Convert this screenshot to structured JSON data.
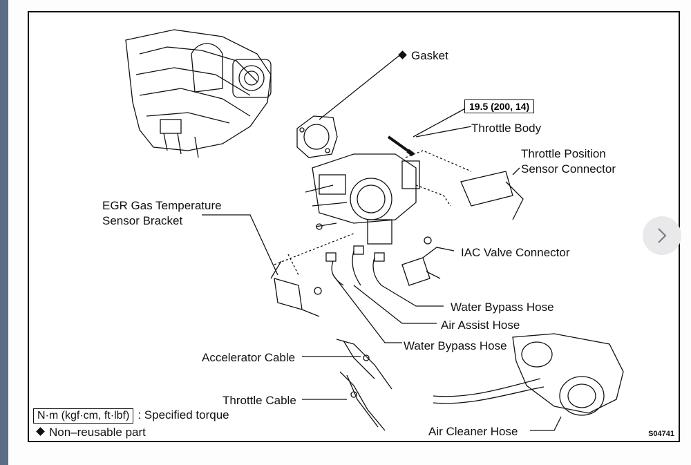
{
  "labels": {
    "gasket": "Gasket",
    "torque_value": "19.5 (200, 14)",
    "throttle_body": "Throttle Body",
    "tps_connector_line1": "Throttle Position",
    "tps_connector_line2": "Sensor Connector",
    "egr_line1": "EGR Gas Temperature",
    "egr_line2": "Sensor Bracket",
    "iac_connector": "IAC Valve Connector",
    "water_bypass_hose_upper": "Water Bypass Hose",
    "air_assist_hose": "Air Assist Hose",
    "water_bypass_hose_lower": "Water Bypass Hose",
    "accelerator_cable": "Accelerator Cable",
    "throttle_cable": "Throttle Cable",
    "air_cleaner_hose": "Air Cleaner Hose"
  },
  "legend": {
    "torque_unit": "N·m (kgf·cm, ft·lbf)",
    "torque_desc": ": Specified torque",
    "nonreusable_desc": "Non–reusable part"
  },
  "doc_code": "S04741",
  "icons": {
    "next": "chevron-right-icon",
    "bullet": "diamond-icon"
  }
}
